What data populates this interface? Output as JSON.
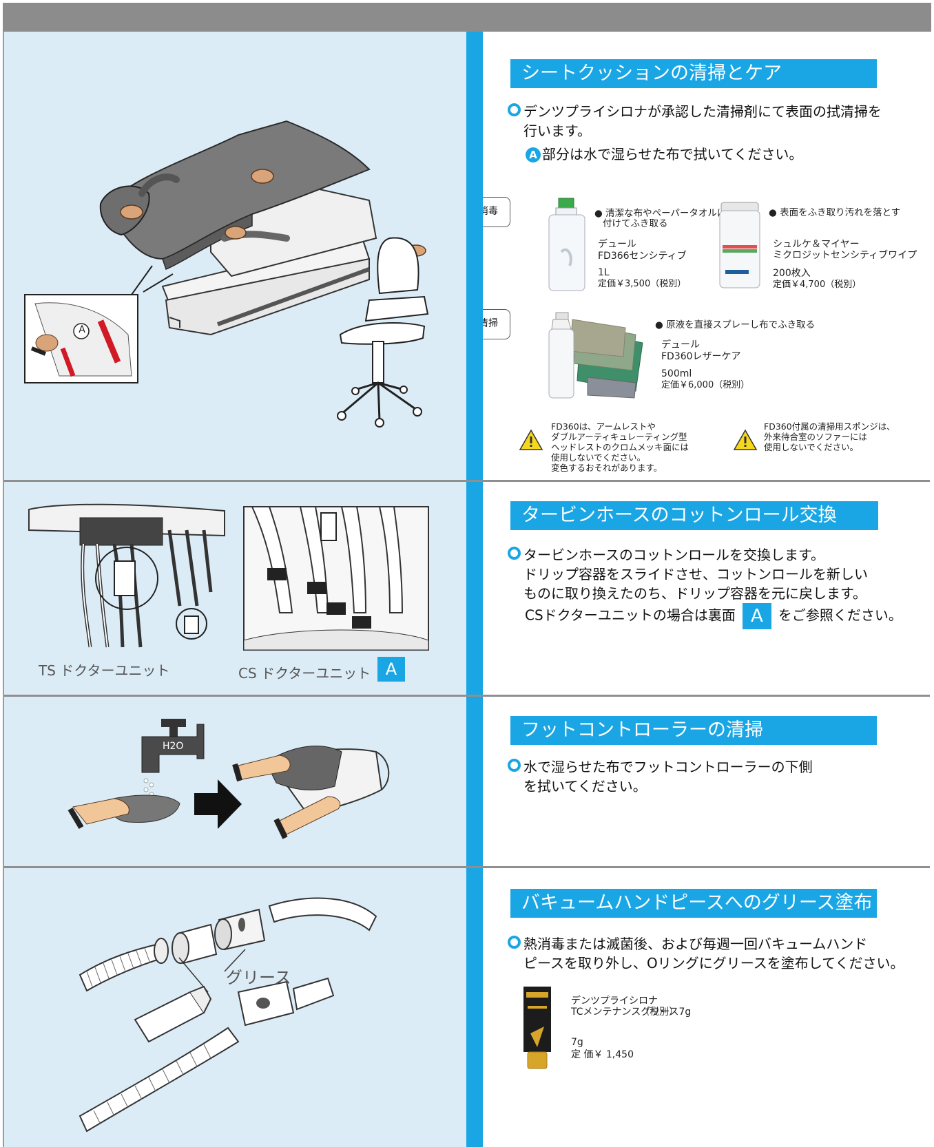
{
  "colors": {
    "accent": "#1aa6e4",
    "left_bg": "#dcecf6",
    "header_bar": "#8c8c8c"
  },
  "section1": {
    "title": "シートクッションの清掃とケア",
    "bullet_line1": "デンツプライシロナが承認した清掃剤にて表面の拭清掃を",
    "bullet_line2": "行います。",
    "note_marker": "A",
    "note_text": "部分は水で湿らせた布で拭いてください。",
    "callout_label": "A",
    "disinfect": {
      "tag": "消毒",
      "product1": {
        "bullet_line1": "● 清潔な布やペーパータオルに",
        "bullet_line2": "付けてふき取る",
        "brand": "デュール",
        "name": "FD366センシティブ",
        "size": "1L",
        "price": "定価￥3,500（税別）"
      },
      "product2": {
        "bullet": "● 表面をふき取り汚れを落とす",
        "brand": "シュルケ＆マイヤー",
        "name": "ミクロジットセンシティブワイプ",
        "size": "200枚入",
        "price": "定価￥4,700（税別）"
      }
    },
    "clean": {
      "tag": "清掃",
      "product": {
        "bullet": "● 原液を直接スプレーし布でふき取る",
        "brand": "デュール",
        "name": "FD360レザーケア",
        "size": "500ml",
        "price": "定価￥6,000（税別）"
      }
    },
    "warning1": [
      "FD360は、アームレストや",
      "ダブルアーティキュレーティング型",
      "ヘッドレストのクロムメッキ面には",
      "使用しないでください。",
      "変色するおそれがあります。"
    ],
    "warning2": [
      "FD360付属の清掃用スポンジは、",
      "外来待合室のソファーには",
      "使用しないでください。"
    ]
  },
  "section2": {
    "title": "タービンホースのコットンロール交換",
    "bullet_line1": "タービンホースのコットンロールを交換します。",
    "bullet_line2": "ドリップ容器をスライドさせ、コットンロールを新しい",
    "bullet_line3": "ものに取り換えたのち、ドリップ容器を元に戻します。",
    "note_pre": "CSドクターユニットの場合は裏面",
    "note_box": "A",
    "note_post": "をご参照ください。",
    "caption_ts": "TS ドクターユニット",
    "caption_cs": "CS ドクターユニット",
    "caption_box": "A"
  },
  "section3": {
    "title": "フットコントローラーの清掃",
    "bullet_line1": "水で湿らせた布でフットコントローラーの下側",
    "bullet_line2": "を拭いてください。",
    "faucet_label": "H2O"
  },
  "section4": {
    "title": "バキュームハンドピースへのグリース塗布",
    "bullet_line1": "熱消毒または滅菌後、および毎週一回バキュームハンド",
    "bullet_line2": "ピースを取り外し、Oリングにグリースを塗布してください。",
    "grease_label": "グリース",
    "product": {
      "brand": "デンツプライシロナ",
      "name": "TCメンテナンスグリース7g",
      "overlap": "（税別）",
      "size": "7g",
      "price": "定 価￥ 1,450"
    }
  }
}
